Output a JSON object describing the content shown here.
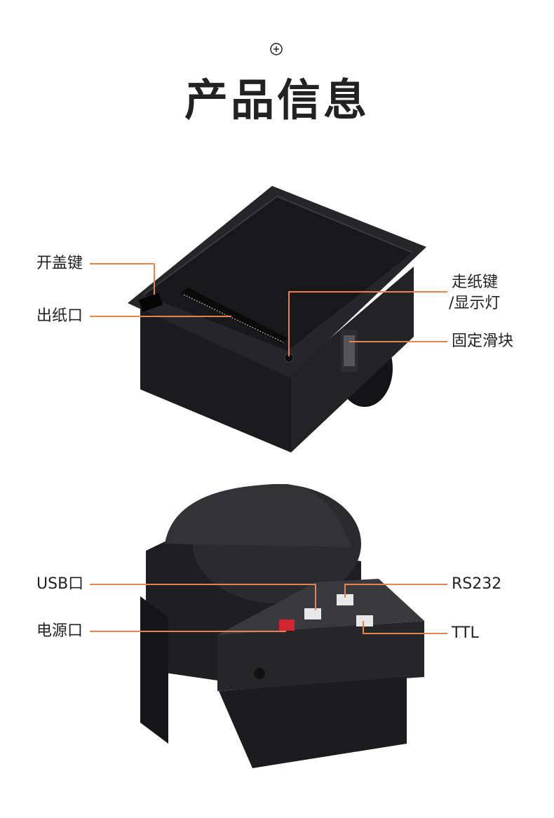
{
  "header": {
    "icon": "circle-plus-icon",
    "title": "产品信息"
  },
  "top_view": {
    "labels": {
      "open_cover_key": "开盖键",
      "paper_outlet": "出纸口",
      "feed_key_line1": "走纸键",
      "feed_key_line2": "/显示灯",
      "fixing_slider": "固定滑块"
    }
  },
  "bottom_view": {
    "labels": {
      "usb_port": "USB口",
      "power_port": "电源口",
      "rs232": "RS232",
      "ttl": "TTL"
    }
  },
  "colors": {
    "leader_line": "#e9824f",
    "printer_body": "#1c1c1e",
    "background": "#ffffff"
  }
}
